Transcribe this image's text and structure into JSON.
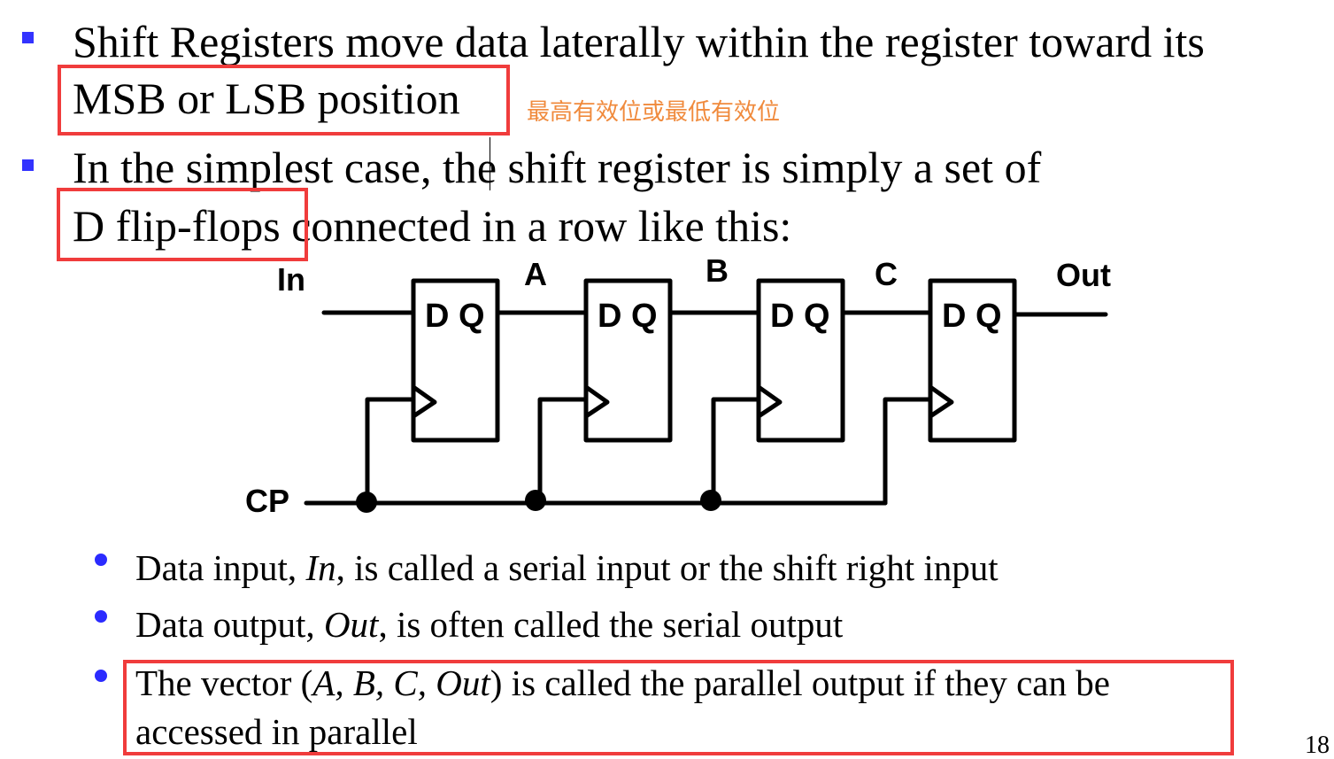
{
  "bullets": [
    {
      "line1": "Shift Registers move data laterally within the register toward its",
      "line2": "MSB or LSB position",
      "annotation": "最高有效位或最低有效位"
    },
    {
      "line1": "In the simplest case, the shift register is simply a set of",
      "line2a": "D flip-flops",
      "line2b": " connected in a row like this:"
    }
  ],
  "diagram": {
    "input_label": "In",
    "output_label": "Out",
    "clock_label": "CP",
    "node_labels": [
      "A",
      "B",
      "C"
    ],
    "ff_label": "D Q"
  },
  "sub_bullets": [
    {
      "pre": "Data input, ",
      "em": "In",
      "post": ", is called a serial input or the shift right input"
    },
    {
      "pre": "Data output, ",
      "em": "Out",
      "post": ", is often called the serial output"
    },
    {
      "pre": "The vector (",
      "em": "A, B, C, Out",
      "post": ") is called the parallel output if they can be",
      "line2": "accessed in parallel"
    }
  ],
  "page_number": "18",
  "colors": {
    "highlight_box": "#f03c3c",
    "bullet": "#3333ff",
    "annotation": "#f08a3c"
  }
}
